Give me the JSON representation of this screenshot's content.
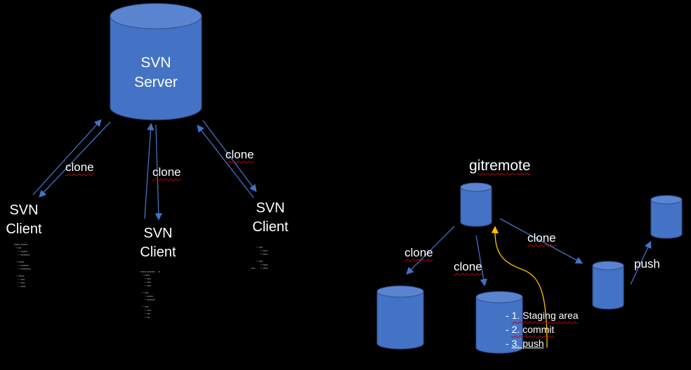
{
  "svn": {
    "server_title": [
      "SVN",
      "Server"
    ],
    "clients": [
      {
        "lines": [
          "SVN",
          "Client"
        ]
      },
      {
        "lines": [
          "SVN",
          "Client"
        ]
      },
      {
        "lines": [
          "SVN",
          "Client"
        ]
      }
    ],
    "arrow_labels": [
      "clone",
      "clone",
      "clone"
    ]
  },
  "git": {
    "remote_title": "gitremote",
    "arrow_labels": {
      "clone_left": "clone",
      "clone_mid": "clone",
      "clone_right": "clone",
      "push": "push"
    },
    "steps": [
      "1. Staging area",
      "2. commit",
      "3. push"
    ]
  },
  "colors": {
    "cylinder_fill": "#4472c4",
    "cylinder_top": "#5b84d0",
    "cylinder_stroke": "#2f528f",
    "arrow": "#4472c4",
    "push_arrow": "#ffc000"
  }
}
